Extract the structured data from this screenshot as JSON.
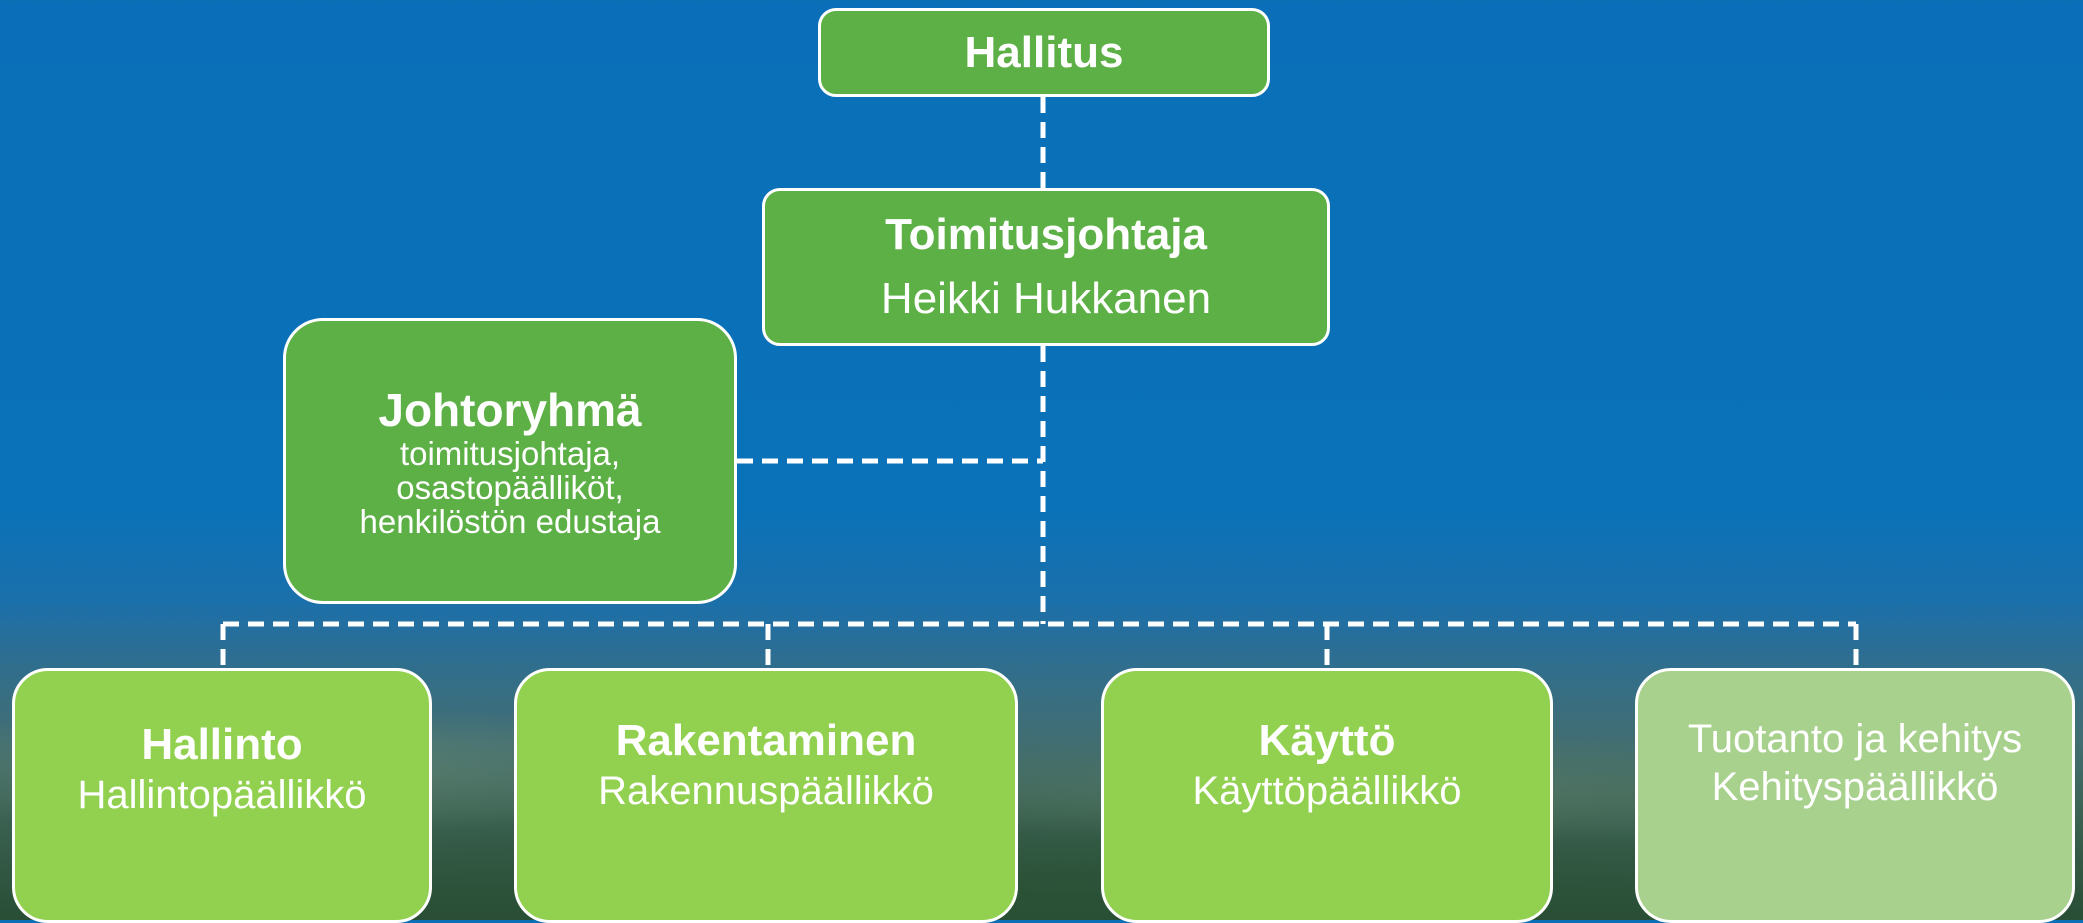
{
  "nodes": {
    "hallitus": {
      "title": "Hallitus"
    },
    "toimitusjohtaja": {
      "title": "Toimitusjohtaja",
      "name": "Heikki Hukkanen"
    },
    "johtoryhma": {
      "title": "Johtoryhmä",
      "lines": [
        "toimitusjohtaja,",
        "osastopäälliköt,",
        "henkilöstön edustaja"
      ]
    },
    "departments": [
      {
        "title": "Hallinto",
        "role": "Hallintopäällikkö"
      },
      {
        "title": "Rakentaminen",
        "role": "Rakennuspäällikkö"
      },
      {
        "title": "Käyttö",
        "role": "Käyttöpäällikkö"
      },
      {
        "title": "Tuotanto ja kehitys",
        "role": "Kehityspäällikkö"
      }
    ]
  },
  "colors": {
    "background": "#0a72b9",
    "node_dark_green": "#5cb045",
    "node_light_green": "#92d050",
    "node_pale_green": "#a9d18e",
    "connector": "#ffffff"
  }
}
